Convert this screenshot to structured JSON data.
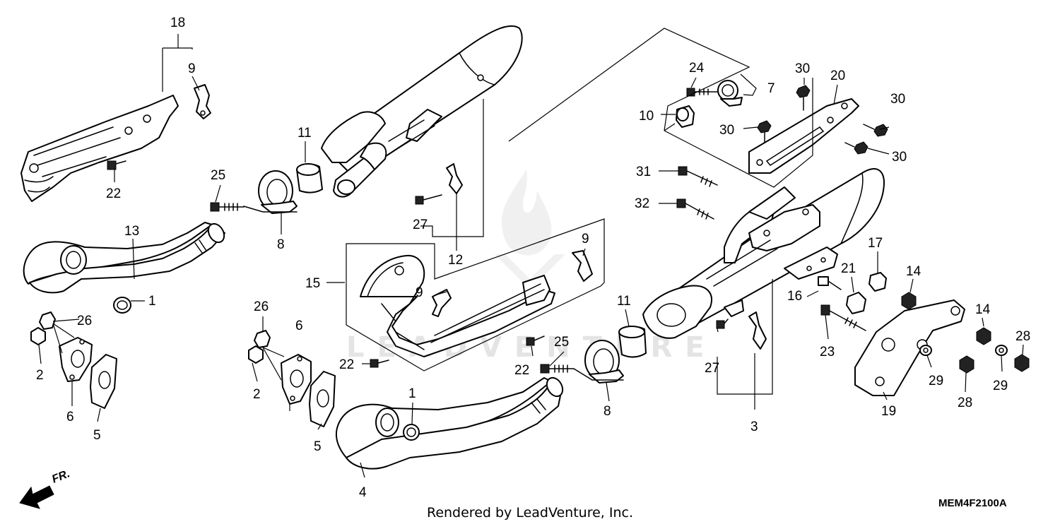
{
  "diagram": {
    "watermark": "LEADVENTURE",
    "diagram_code": "MEM4F2100A",
    "footer": "Rendered by LeadVenture, Inc.",
    "front_indicator": "FR.",
    "callouts": [
      {
        "id": "c1",
        "text": "18"
      },
      {
        "id": "c2",
        "text": "9"
      },
      {
        "id": "c3",
        "text": "22"
      },
      {
        "id": "c4",
        "text": "25"
      },
      {
        "id": "c5",
        "text": "11"
      },
      {
        "id": "c6",
        "text": "8"
      },
      {
        "id": "c7",
        "text": "13"
      },
      {
        "id": "c8",
        "text": "1"
      },
      {
        "id": "c9",
        "text": "26"
      },
      {
        "id": "c10",
        "text": "2"
      },
      {
        "id": "c11",
        "text": "6"
      },
      {
        "id": "c12",
        "text": "5"
      },
      {
        "id": "c13",
        "text": "27"
      },
      {
        "id": "c14",
        "text": "12"
      },
      {
        "id": "c15",
        "text": "15"
      },
      {
        "id": "c16",
        "text": "9"
      },
      {
        "id": "c17",
        "text": "9"
      },
      {
        "id": "c18",
        "text": "26"
      },
      {
        "id": "c19",
        "text": "6"
      },
      {
        "id": "c20",
        "text": "2"
      },
      {
        "id": "c21",
        "text": "5"
      },
      {
        "id": "c22",
        "text": "22"
      },
      {
        "id": "c23",
        "text": "22"
      },
      {
        "id": "c24",
        "text": "25"
      },
      {
        "id": "c25",
        "text": "8"
      },
      {
        "id": "c26",
        "text": "1"
      },
      {
        "id": "c27",
        "text": "4"
      },
      {
        "id": "c28",
        "text": "11"
      },
      {
        "id": "c29",
        "text": "27"
      },
      {
        "id": "c30",
        "text": "3"
      },
      {
        "id": "c31",
        "text": "24"
      },
      {
        "id": "c32",
        "text": "7"
      },
      {
        "id": "c33",
        "text": "10"
      },
      {
        "id": "c34",
        "text": "30"
      },
      {
        "id": "c35",
        "text": "30"
      },
      {
        "id": "c36",
        "text": "20"
      },
      {
        "id": "c37",
        "text": "30"
      },
      {
        "id": "c38",
        "text": "30"
      },
      {
        "id": "c39",
        "text": "31"
      },
      {
        "id": "c40",
        "text": "32"
      },
      {
        "id": "c41",
        "text": "17"
      },
      {
        "id": "c42",
        "text": "21"
      },
      {
        "id": "c43",
        "text": "14"
      },
      {
        "id": "c44",
        "text": "16"
      },
      {
        "id": "c45",
        "text": "14"
      },
      {
        "id": "c46",
        "text": "28"
      },
      {
        "id": "c47",
        "text": "23"
      },
      {
        "id": "c48",
        "text": "29"
      },
      {
        "id": "c49",
        "text": "28"
      },
      {
        "id": "c50",
        "text": "29"
      },
      {
        "id": "c51",
        "text": "19"
      }
    ]
  }
}
